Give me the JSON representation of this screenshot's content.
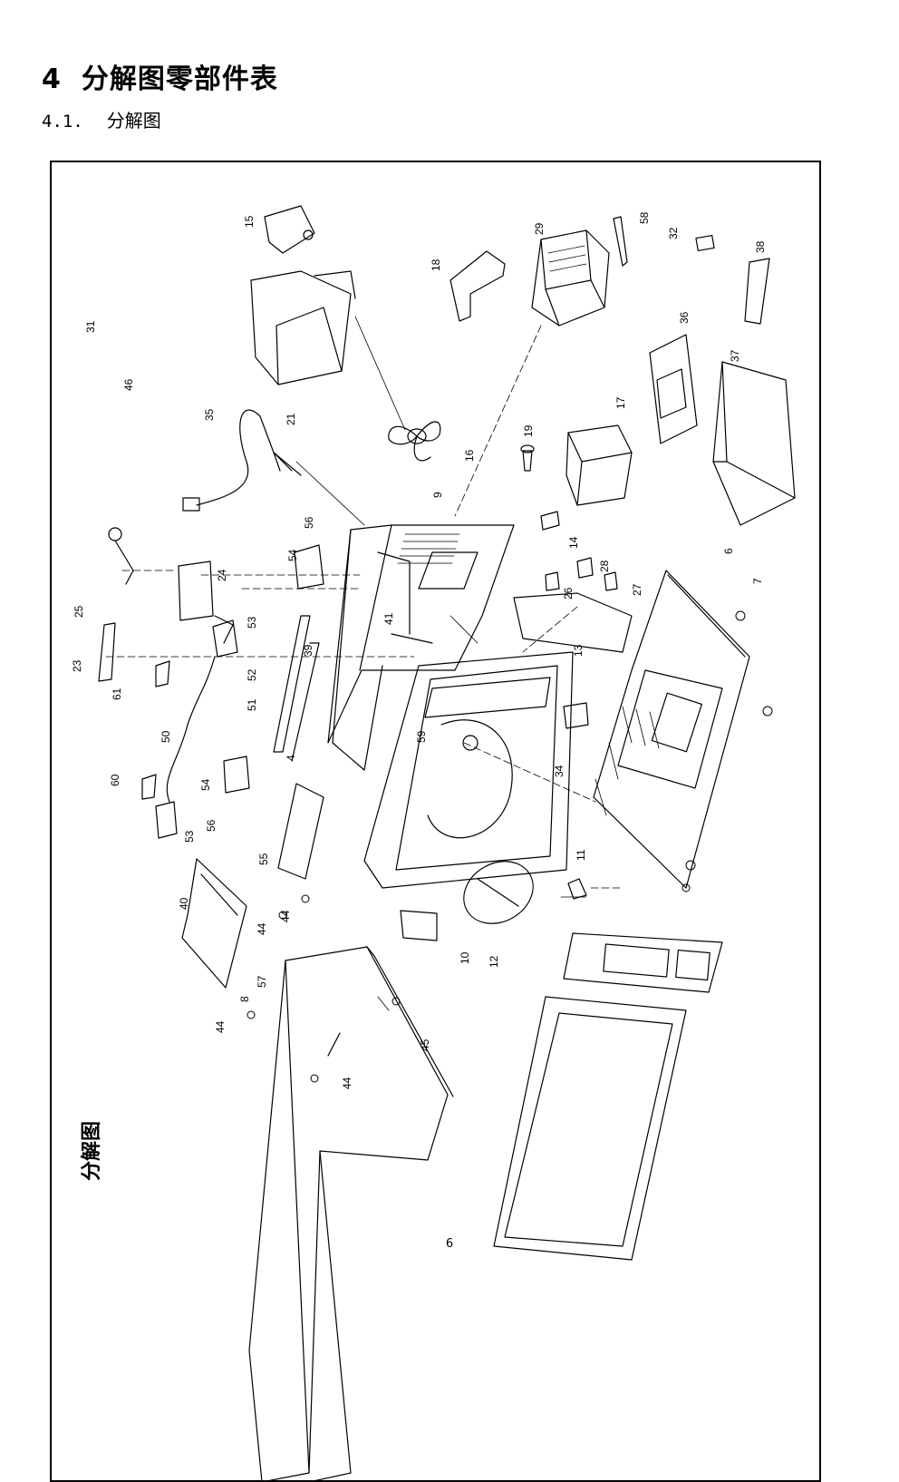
{
  "heading": {
    "number": "4",
    "title": "分解图零部件表"
  },
  "subheading": {
    "number": "4.1.",
    "title": "分解图"
  },
  "figure": {
    "caption": "分解图",
    "part_labels": [
      {
        "id": "p15",
        "text": "15"
      },
      {
        "id": "p31",
        "text": "31"
      },
      {
        "id": "p46",
        "text": "46"
      },
      {
        "id": "p21",
        "text": "21"
      },
      {
        "id": "p35",
        "text": "35"
      },
      {
        "id": "p16",
        "text": "16"
      },
      {
        "id": "p18",
        "text": "18"
      },
      {
        "id": "p29",
        "text": "29"
      },
      {
        "id": "p58",
        "text": "58"
      },
      {
        "id": "p32",
        "text": "32"
      },
      {
        "id": "p38",
        "text": "38"
      },
      {
        "id": "p36",
        "text": "36"
      },
      {
        "id": "p37",
        "text": "37"
      },
      {
        "id": "p19",
        "text": "19"
      },
      {
        "id": "p17",
        "text": "17"
      },
      {
        "id": "p9",
        "text": "9"
      },
      {
        "id": "p56a",
        "text": "56"
      },
      {
        "id": "p54a",
        "text": "54"
      },
      {
        "id": "p25",
        "text": "25"
      },
      {
        "id": "p24",
        "text": "24"
      },
      {
        "id": "p53a",
        "text": "53"
      },
      {
        "id": "p23",
        "text": "23"
      },
      {
        "id": "p61",
        "text": "61"
      },
      {
        "id": "p52",
        "text": "52"
      },
      {
        "id": "p51",
        "text": "51"
      },
      {
        "id": "p39",
        "text": "39"
      },
      {
        "id": "p41",
        "text": "41"
      },
      {
        "id": "p50",
        "text": "50"
      },
      {
        "id": "p4",
        "text": "4"
      },
      {
        "id": "p59",
        "text": "59"
      },
      {
        "id": "p60",
        "text": "60"
      },
      {
        "id": "p54b",
        "text": "54"
      },
      {
        "id": "p56b",
        "text": "56"
      },
      {
        "id": "p53b",
        "text": "53"
      },
      {
        "id": "p55",
        "text": "55"
      },
      {
        "id": "p14",
        "text": "14"
      },
      {
        "id": "p28",
        "text": "28"
      },
      {
        "id": "p26",
        "text": "26"
      },
      {
        "id": "p27",
        "text": "27"
      },
      {
        "id": "p13",
        "text": "13"
      },
      {
        "id": "p6",
        "text": "6"
      },
      {
        "id": "p7",
        "text": "7"
      },
      {
        "id": "p34",
        "text": "34"
      },
      {
        "id": "p11",
        "text": "11"
      },
      {
        "id": "p40",
        "text": "40"
      },
      {
        "id": "p44a",
        "text": "44"
      },
      {
        "id": "p44b",
        "text": "44"
      },
      {
        "id": "p10",
        "text": "10"
      },
      {
        "id": "p12",
        "text": "12"
      },
      {
        "id": "p57",
        "text": "57"
      },
      {
        "id": "p8",
        "text": "8"
      },
      {
        "id": "p44c",
        "text": "44"
      },
      {
        "id": "p45",
        "text": "45"
      },
      {
        "id": "p44d",
        "text": "44"
      }
    ]
  },
  "page_number": "6"
}
